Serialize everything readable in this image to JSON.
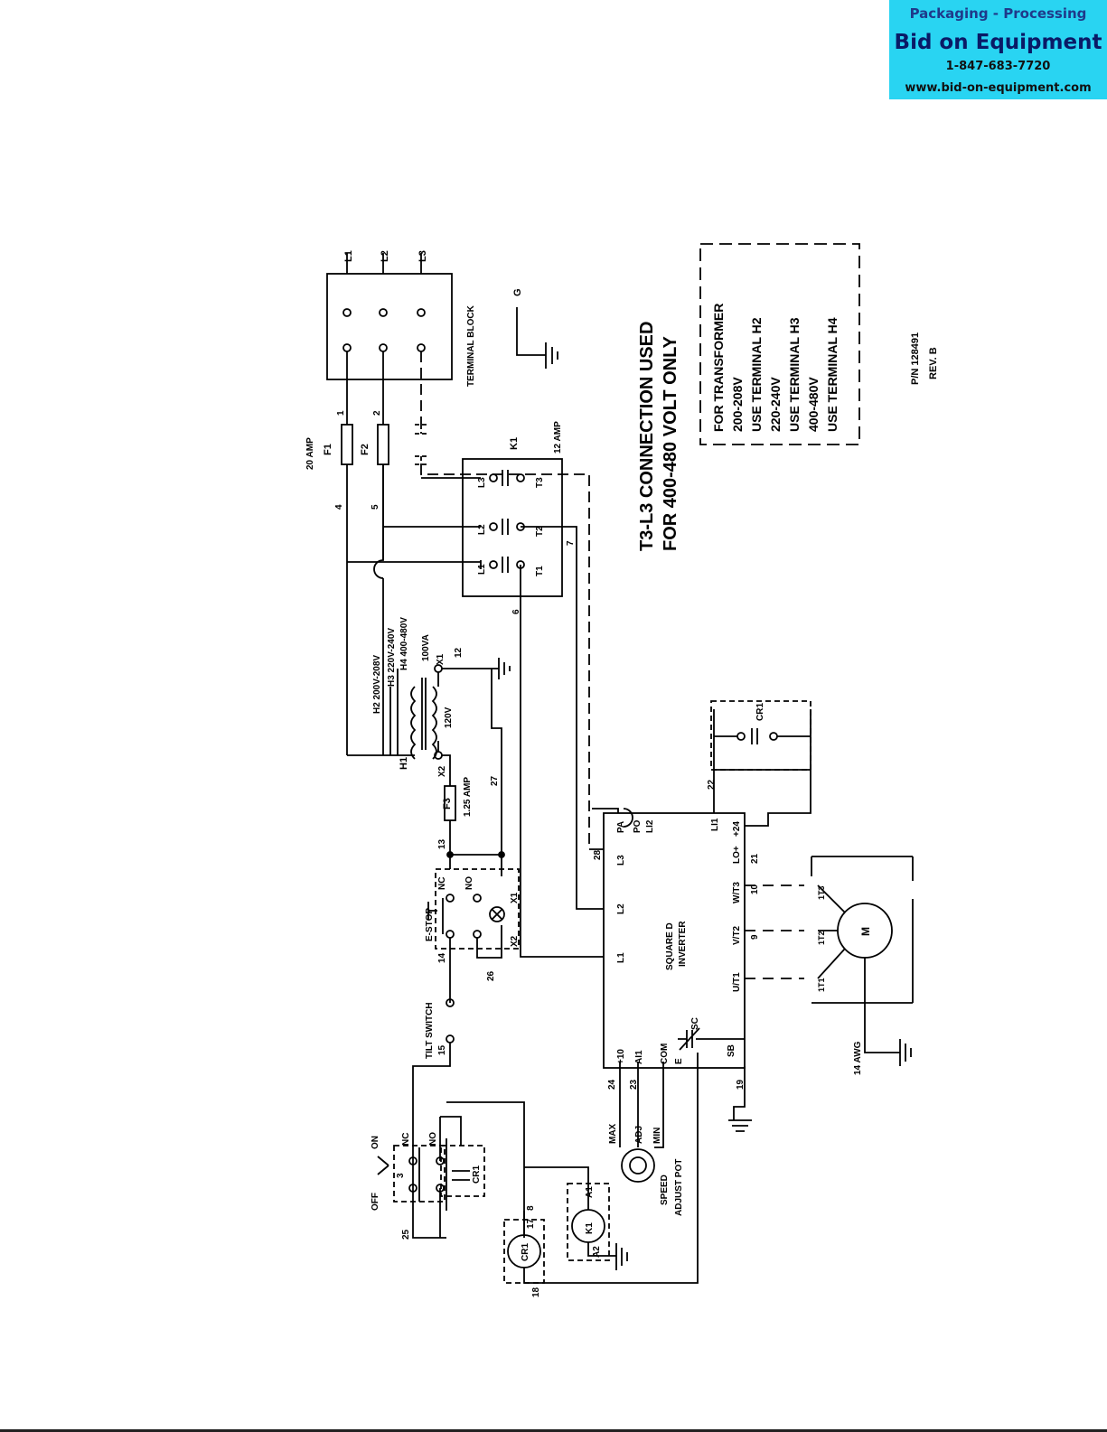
{
  "logo": {
    "line1": "Packaging - Processing",
    "line2": "Bid on Equipment",
    "line3": "1-847-683-7720",
    "line4": "www.bid-on-equipment.com",
    "bg": "#29d4f2"
  },
  "supply": {
    "l1": "L1",
    "l2": "L2",
    "l3": "L3",
    "g": "G",
    "terminal_block": "TERMINAL BLOCK"
  },
  "fuses": {
    "rating": "20 AMP",
    "f1": "F1",
    "f2": "F2",
    "f3": "F3",
    "f3_rating": "1.25 AMP"
  },
  "contactor": {
    "name": "K1",
    "rating": "12 AMP",
    "l1": "L1",
    "l2": "L2",
    "l3": "L3",
    "t1": "T1",
    "t2": "T2",
    "t3": "T3"
  },
  "transformer": {
    "h1": "H1",
    "h2": "H2 200V-208V",
    "h3": "H3 220V-240V",
    "h4": "H4 400-480V",
    "va": "100VA",
    "x1": "X1",
    "x2": "X2",
    "sec": "120V"
  },
  "notes": {
    "t3_line1": "T3-L3 CONNECTION USED",
    "t3_line2": "FOR 400-480 VOLT ONLY",
    "box": [
      "FOR TRANSFORMER",
      "200-208V",
      "USE TERMINAL H2",
      "220-240V",
      "USE TERMINAL H3",
      "400-480V",
      "USE TERMINAL H4"
    ],
    "pn": "P/N 128491",
    "rev": "REV. B"
  },
  "estop": {
    "label": "E-STOP",
    "nc": "NC",
    "no": "NO",
    "x1": "X1",
    "x2": "X2"
  },
  "tilt": "TILT SWITCH",
  "selector": {
    "on": "ON",
    "off": "OFF",
    "nc": "NC",
    "no": "NO",
    "cr1": "CR1"
  },
  "inverter": {
    "name1": "SQUARE D",
    "name2": "INVERTER",
    "top_terms": [
      "L1",
      "L2",
      "L3",
      "PA",
      "PO",
      "LI2"
    ],
    "right_terms": [
      "U/T1",
      "V/T2",
      "W/T3",
      "LO+",
      "+24",
      "LI1"
    ],
    "left_terms": [
      "+10",
      "AI1",
      "COM",
      "E"
    ],
    "sc": "SC",
    "sb": "SB"
  },
  "pot": {
    "max": "MAX",
    "adj": "ADJ",
    "min": "MIN",
    "label1": "SPEED",
    "label2": "ADJUST POT"
  },
  "motor": {
    "m": "M",
    "t1": "1T1",
    "t2": "1T2",
    "t3": "1T3",
    "awg": "14 AWG"
  },
  "coils": {
    "cr1": "CR1",
    "k1": "K1",
    "a1": "A1",
    "a2": "A2"
  },
  "relay_cr1": "CR1",
  "wires": [
    "1",
    "2",
    "3",
    "4",
    "5",
    "6",
    "7",
    "8",
    "9",
    "10",
    "12",
    "13",
    "14",
    "15",
    "17",
    "18",
    "19",
    "21",
    "22",
    "23",
    "24",
    "25",
    "26",
    "27",
    "28"
  ]
}
